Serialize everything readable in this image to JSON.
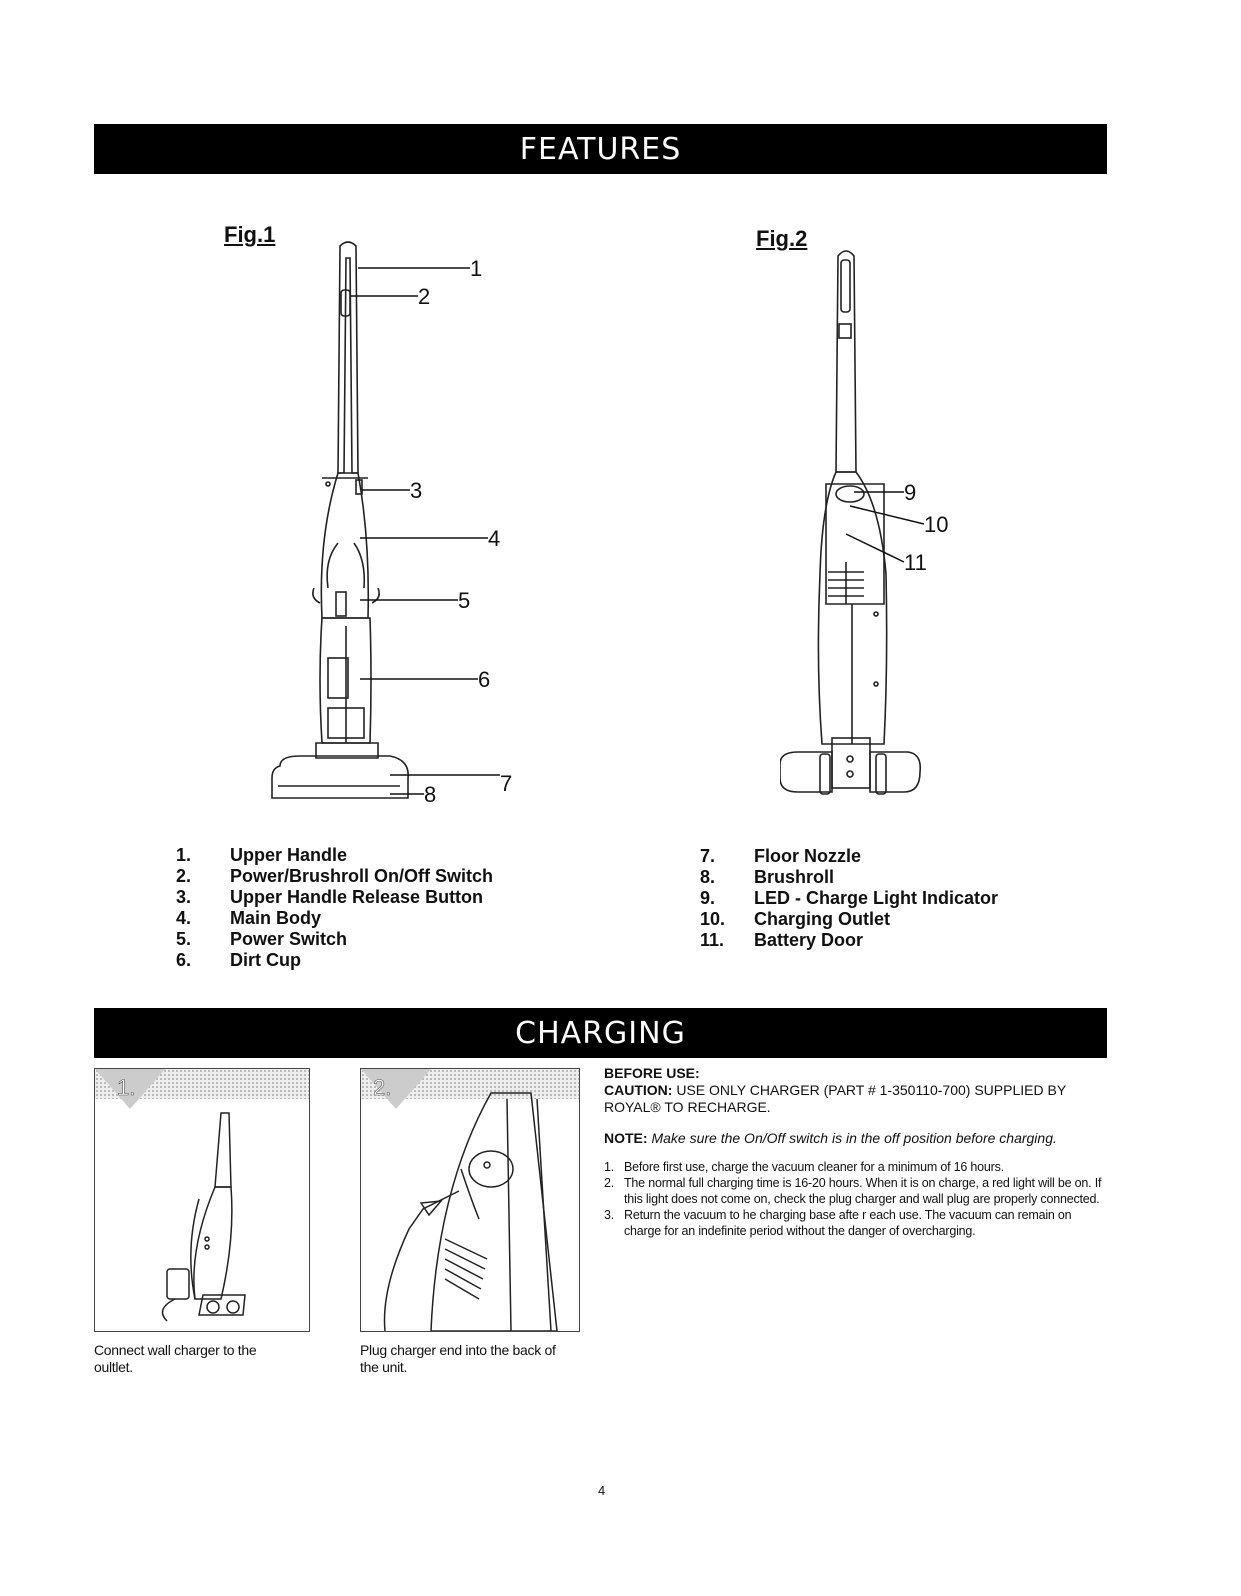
{
  "features": {
    "banner": "FEATURES",
    "fig1_label": "Fig.1",
    "fig2_label": "Fig.2",
    "callouts_fig1": [
      "1",
      "2",
      "3",
      "4",
      "5",
      "6",
      "7",
      "8"
    ],
    "callouts_fig2": [
      "9",
      "10",
      "11"
    ],
    "parts_left": [
      {
        "num": "1.",
        "label": "Upper Handle"
      },
      {
        "num": "2.",
        "label": "Power/Brushroll On/Off Switch"
      },
      {
        "num": "3.",
        "label": "Upper Handle Release Button"
      },
      {
        "num": "4.",
        "label": "Main Body"
      },
      {
        "num": "5.",
        "label": "Power Switch"
      },
      {
        "num": "6.",
        "label": "Dirt Cup"
      }
    ],
    "parts_right": [
      {
        "num": "7.",
        "label": "Floor Nozzle"
      },
      {
        "num": "8.",
        "label": "Brushroll"
      },
      {
        "num": "9.",
        "label": "LED - Charge Light Indicator"
      },
      {
        "num": "10.",
        "label": "Charging Outlet"
      },
      {
        "num": "11.",
        "label": "Battery Door"
      }
    ]
  },
  "charging": {
    "banner": "CHARGING",
    "photo1_step": "1.",
    "photo2_step": "2.",
    "photo1_caption": "Connect wall charger to the oultlet.",
    "photo2_caption": "Plug charger end into the back of the unit.",
    "before_use_heading": "BEFORE USE:",
    "caution_label": "CAUTION:",
    "caution_text": "USE ONLY CHARGER (PART # 1-350110-700) SUPPLIED BY ROYAL® TO RECHARGE.",
    "note_label": "NOTE:",
    "note_text": "Make sure the On/Off switch is in the off position before charging.",
    "steps": [
      {
        "n": "1.",
        "text": "Before first use, charge the vacuum cleaner for a minimum of 16 hours."
      },
      {
        "n": "2.",
        "text": "The normal full charging time is 16-20 hours. When it is on charge, a red light will be on. If this light does not come on, check the plug charger and wall plug are properly connected."
      },
      {
        "n": "3.",
        "text": "Return the vacuum to he  charging base afte  r each use.  The vacuum can remain on charge for an indefinite period without the danger of overcharging."
      }
    ]
  },
  "page_number": "4"
}
